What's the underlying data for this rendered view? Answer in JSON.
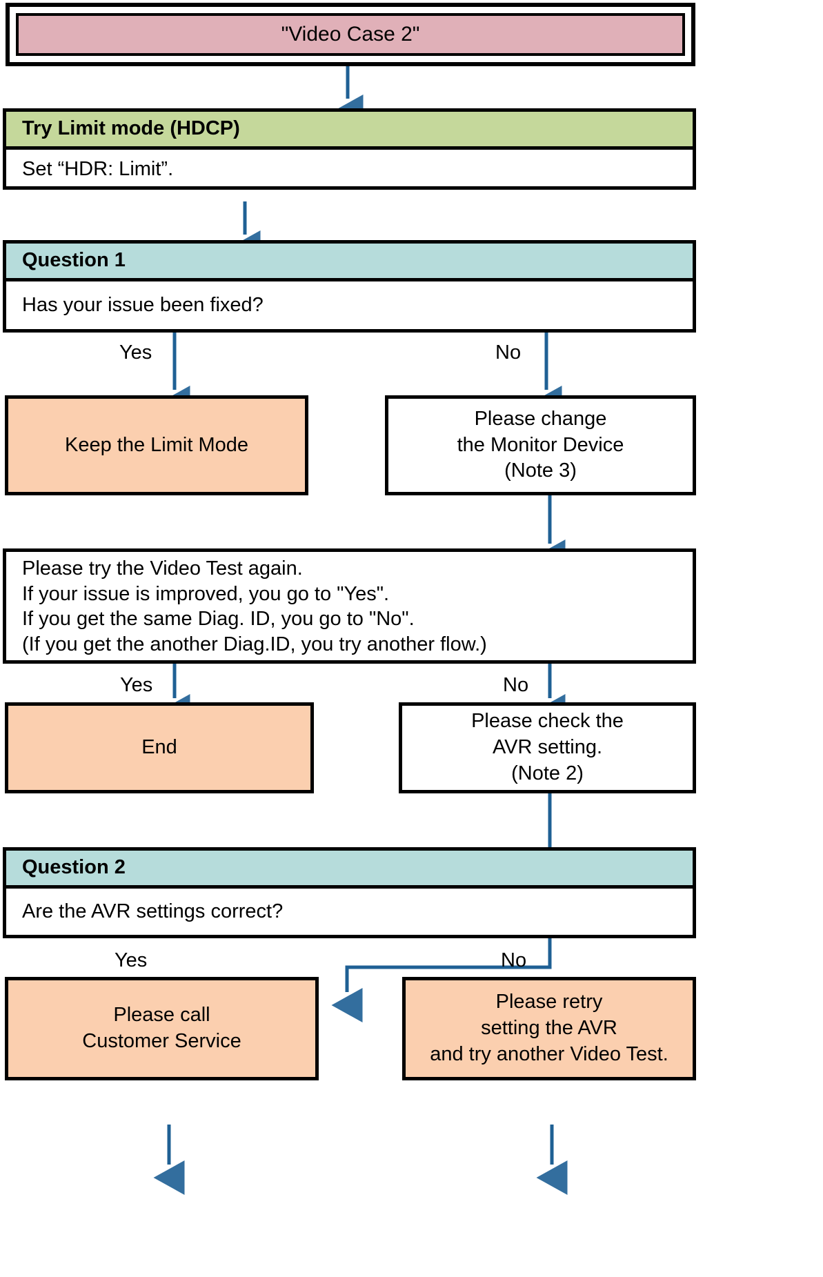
{
  "diagram": {
    "title_box": {
      "label": "\"Video Case 2\"",
      "fill": "#e0b0b8"
    },
    "step_try_limit": {
      "header": "Try Limit mode (HDCP)",
      "body": "Set “HDR: Limit”.",
      "header_fill": "#c5d89b"
    },
    "question1": {
      "header": "Question 1",
      "body": "Has your issue been fixed?",
      "header_fill": "#b6dcdb",
      "yes_label": "Yes",
      "no_label": "No"
    },
    "keep_limit_mode": {
      "label": "Keep the Limit Mode",
      "fill": "#fbcfaf"
    },
    "change_monitor": {
      "label": "Please change\nthe Monitor Device\n(Note 3)",
      "fill": "#ffffff"
    },
    "retry_video_test": {
      "lines": "Please try the Video Test again.\nIf your issue is improved, you go to \"Yes\".\nIf you get the same Diag. ID, you go to \"No\".\n(If you get the another Diag.ID, you try another flow.)",
      "yes_label": "Yes",
      "no_label": "No"
    },
    "end_box": {
      "label": "End",
      "fill": "#fbcfaf"
    },
    "check_avr": {
      "label": "Please check the\nAVR setting.\n(Note 2)",
      "fill": "#ffffff"
    },
    "question2": {
      "header": "Question 2",
      "body": "Are the AVR settings correct?",
      "header_fill": "#b6dcdb",
      "yes_label": "Yes",
      "no_label": "No"
    },
    "call_customer_service": {
      "label": "Please call\nCustomer Service",
      "fill": "#fbcfaf"
    },
    "retry_avr": {
      "label": "Please retry\nsetting the AVR\nand try another Video Test.",
      "fill": "#fbcfaf"
    },
    "connector_color": "#1f6094"
  }
}
